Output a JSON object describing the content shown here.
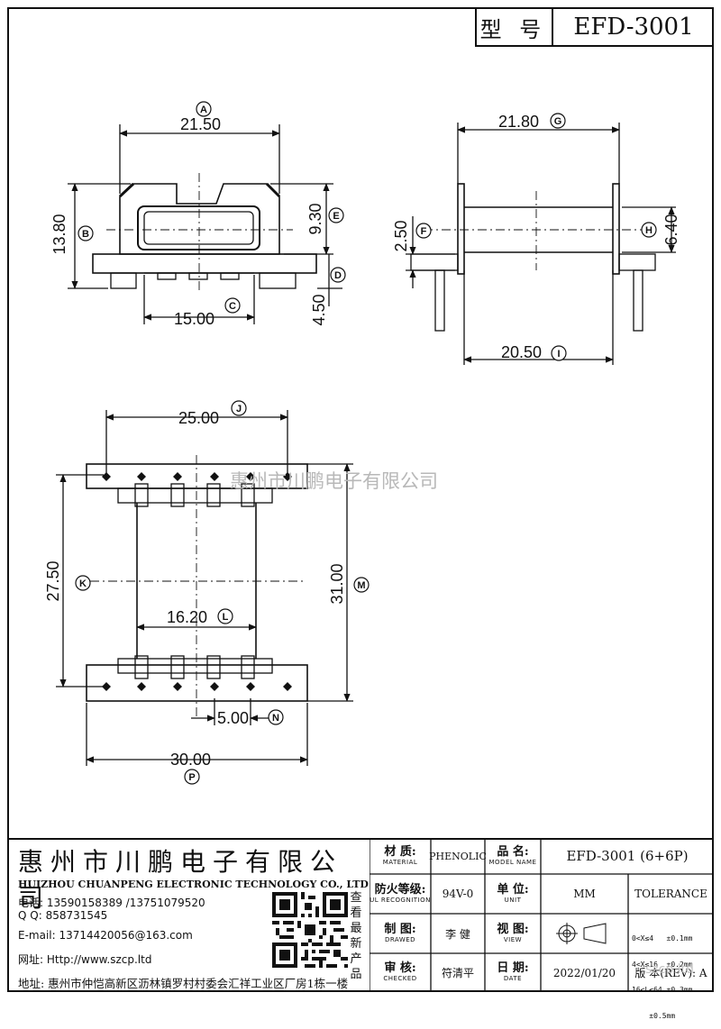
{
  "header": {
    "model_label": "型 号",
    "model_value": "EFD-3001"
  },
  "dimensions": {
    "A": "21.50",
    "B": "13.80",
    "C": "15.00",
    "D": "4.50",
    "E": "9.30",
    "F": "2.50",
    "G": "21.80",
    "H": "6.40",
    "I": "20.50",
    "J": "25.00",
    "K": "27.50",
    "L": "16.20",
    "M": "31.00",
    "N": "5.00",
    "P": "30.00"
  },
  "watermark": "惠州市川鹏电子有限公司",
  "footer": {
    "company_cn": "惠州市川鹏电子有限公司",
    "company_en": "HUIZHOU CHUANPENG ELECTRONIC TECHNOLOGY CO., LTD",
    "phone": "电话: 13590158389 /13751079520",
    "qq": "Q Q:  858731545",
    "email": "E-mail: 13714420056@163.com",
    "website": "网址: Http://www.szcp.ltd",
    "address": "地址: 惠州市仲恺高新区沥林镇罗村村委会汇祥工业区厂房1栋一楼",
    "qr_caption": "查看最新产品",
    "material_cn": "材 质:",
    "material_en": "MATERIAL",
    "material_value": "PHENOLIC",
    "name_cn": "品 名:",
    "name_en": "MODEL NAME",
    "name_value": "EFD-3001 (6+6P)",
    "flame_cn": "防火等级:",
    "flame_en": "UL RECOGNITION",
    "flame_value": "94V-0",
    "unit_cn": "单 位:",
    "unit_en": "UNIT",
    "unit_value": "MM",
    "tolerance": "TOLERANCE",
    "drawn_cn": "制 图:",
    "drawn_en": "DRAWED",
    "drawn_value": "李 健",
    "view_cn": "视 图:",
    "view_en": "VIEW",
    "tol1": "0<X≤4   ±0.1mm",
    "tol2": "4<X≤16  ±0.2mm",
    "tol3": "16<L≤64 ±0.3mm",
    "tol4": "    ±0.5mm",
    "checked_cn": "审 核:",
    "checked_en": "CHECKED",
    "checked_value": "符清平",
    "date_cn": "日 期:",
    "date_en": "DATE",
    "date_value": "2022/01/20",
    "rev_label": "版 本(REV): A",
    "site_mark": "szcp.ltd"
  }
}
